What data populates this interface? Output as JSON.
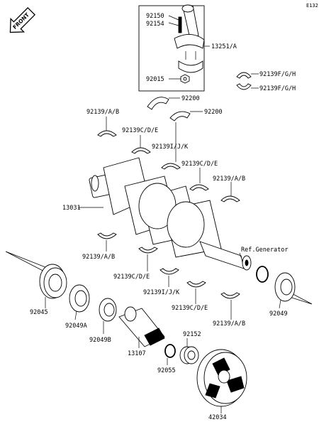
{
  "header": {
    "diagram_code": "E132",
    "front_label": "FRONT"
  },
  "parts": {
    "p92150": "92150",
    "p92154": "92154",
    "p13251": "13251/A",
    "p92015": "92015",
    "p92139fgh_1": "92139F/G/H",
    "p92139fgh_2": "92139F/G/H",
    "p92200_1": "92200",
    "p92200_2": "92200",
    "p92139ab_1": "92139/A/B",
    "p92139cde_1": "92139C/D/E",
    "p92139ijk_1": "92139I/J/K",
    "p92139cde_2": "92139C/D/E",
    "p92139ab_2": "92139/A/B",
    "p13031": "13031",
    "p92139ab_3": "92139/A/B",
    "p92139cde_3": "92139C/D/E",
    "p92139ijk_2": "92139I/J/K",
    "p92139cde_4": "92139C/D/E",
    "p92139ab_4": "92139/A/B",
    "ref_generator": "Ref.Generator",
    "p92045": "92045",
    "p92049a": "92049A",
    "p92049b": "92049B",
    "p13107": "13107",
    "p92152": "92152",
    "p92055": "92055",
    "p42034": "42034",
    "p92049": "92049"
  }
}
